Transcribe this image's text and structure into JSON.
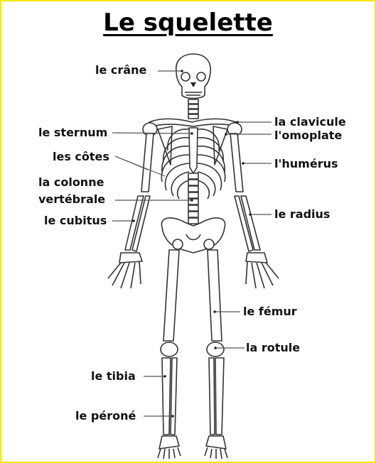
{
  "title": "Le squelette",
  "labels": {
    "crane": "le crâne",
    "sternum": "le sternum",
    "cotes": "les côtes",
    "colonne_line1": "la colonne",
    "colonne_line2": "vertébrale",
    "cubitus": "le cubitus",
    "clavicule": "la clavicule",
    "omoplate": "l'omoplate",
    "humerus": "l'humérus",
    "radius": "le radius",
    "femur": "le fémur",
    "rotule": "la rotule",
    "tibia": "le tibia",
    "perone": "le péroné"
  },
  "colors": {
    "border": "#f2e800",
    "text": "#111111",
    "bone_stroke": "#333333"
  }
}
